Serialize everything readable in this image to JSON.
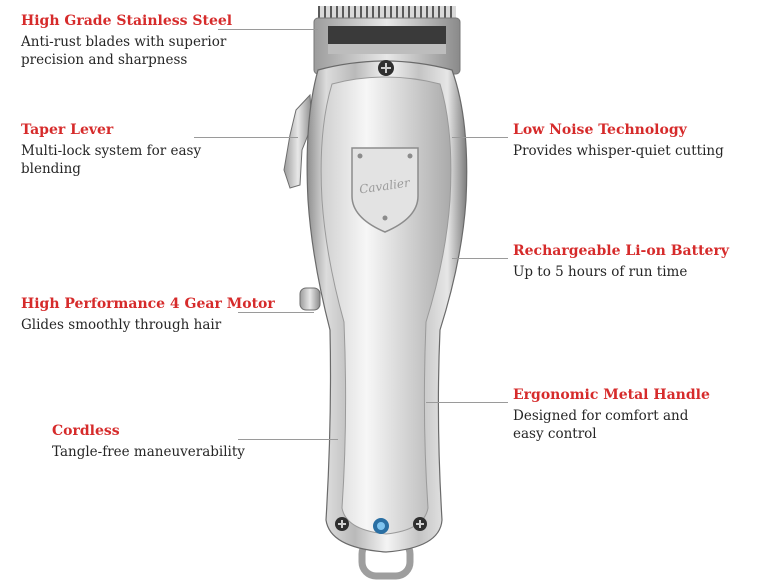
{
  "colors": {
    "title": "#d62b2b",
    "description": "#262626",
    "leader_line": "#9a9a9a",
    "background": "#ffffff"
  },
  "product": {
    "brand_badge": "Cavalier",
    "icon": "hair-clipper-illustration"
  },
  "features": [
    {
      "title": "High Grade Stainless Steel",
      "description": "Anti-rust blades with superior\nprecision and sharpness"
    },
    {
      "title": "Taper Lever",
      "description": "Multi-lock system  for easy\nblending"
    },
    {
      "title": "High Performance 4 Gear Motor",
      "description": "Glides smoothly through hair"
    },
    {
      "title": "Cordless",
      "description": "Tangle-free maneuverability"
    },
    {
      "title": "Low Noise Technology",
      "description": "Provides whisper-quiet cutting"
    },
    {
      "title": "Rechargeable Li-on Battery",
      "description": "Up to 5 hours  of run time"
    },
    {
      "title": "Ergonomic Metal Handle",
      "description": "Designed for comfort and\neasy control"
    }
  ]
}
